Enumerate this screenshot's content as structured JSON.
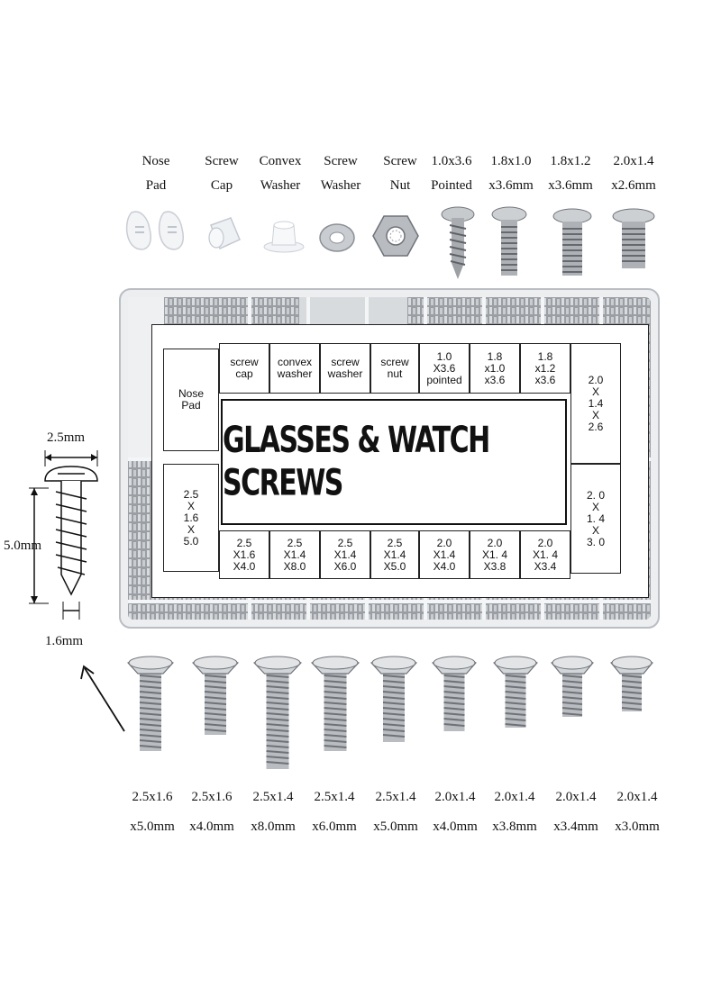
{
  "top_labels": [
    {
      "line1": "Nose",
      "line2": "Pad"
    },
    {
      "line1": "Screw",
      "line2": "Cap"
    },
    {
      "line1": "Convex",
      "line2": "Washer"
    },
    {
      "line1": "Screw",
      "line2": "Washer"
    },
    {
      "line1": "Screw",
      "line2": "Nut"
    },
    {
      "line1": "1.0x3.6",
      "line2": "Pointed"
    },
    {
      "line1": "1.8x1.0",
      "line2": "x3.6mm"
    },
    {
      "line1": "1.8x1.2",
      "line2": "x3.6mm"
    },
    {
      "line1": "2.0x1.4",
      "line2": "x2.6mm"
    }
  ],
  "card": {
    "title": "GLASSES & WATCH SCREWS",
    "top_cells": [
      "screw\ncap",
      "convex\nwasher",
      "screw\nwasher",
      "screw\nnut",
      "1.0\nX3.6\npointed",
      "1.8\nx1.0\nx3.6",
      "1.8\nx1.2\nx3.6"
    ],
    "left_top": "Nose\nPad",
    "left_bottom": "2.5\nX\n1.6\nX\n5.0",
    "right_top": "2.0\nX\n1.4\nX\n2.6",
    "right_bottom": "2. 0\nX\n1. 4\nX\n3. 0",
    "bottom_cells": [
      "2.5\nX1.6\nX4.0",
      "2.5\nX1.4\nX8.0",
      "2.5\nX1.4\nX6.0",
      "2.5\nX1.4\nX5.0",
      "2.0\nX1.4\nX4.0",
      "2.0\nX1. 4\nX3.8",
      "2.0\nX1. 4\nX3.4"
    ]
  },
  "dimensions": {
    "head": "2.5mm",
    "length": "5.0mm",
    "shank": "1.6mm"
  },
  "bottom_labels": [
    {
      "line1": "2.5x1.6",
      "line2": "x5.0mm"
    },
    {
      "line1": "2.5x1.6",
      "line2": "x4.0mm"
    },
    {
      "line1": "2.5x1.4",
      "line2": "x8.0mm"
    },
    {
      "line1": "2.5x1.4",
      "line2": "x6.0mm"
    },
    {
      "line1": "2.5x1.4",
      "line2": "x5.0mm"
    },
    {
      "line1": "2.0x1.4",
      "line2": "x4.0mm"
    },
    {
      "line1": "2.0x1.4",
      "line2": "x3.8mm"
    },
    {
      "line1": "2.0x1.4",
      "line2": "x3.4mm"
    },
    {
      "line1": "2.0x1.4",
      "line2": "x3.0mm"
    }
  ],
  "colors": {
    "metal": "#b9bcc0",
    "metal_dark": "#6f7378",
    "box": "#e9ebee"
  }
}
